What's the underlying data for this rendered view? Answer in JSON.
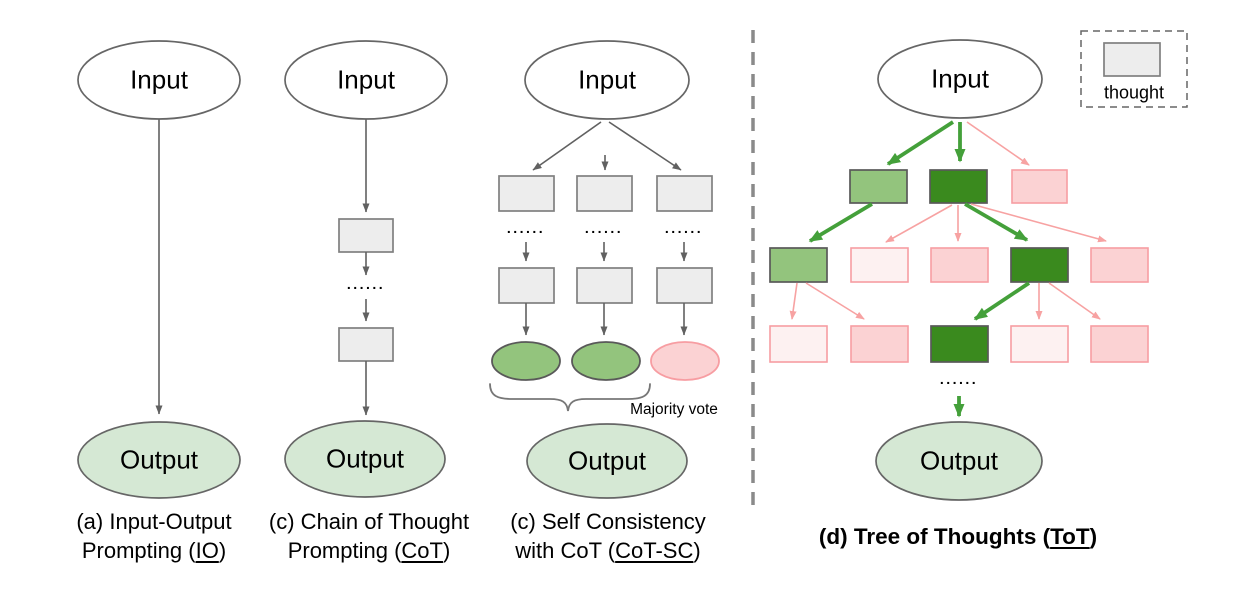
{
  "figure": {
    "panels": {
      "io": {
        "input_label": "Input",
        "output_label": "Output",
        "caption_line1": "(a) Input-Output",
        "caption_line2_pre": "Prompting (",
        "caption_abbr": "IO",
        "caption_line2_post": ")"
      },
      "cot": {
        "input_label": "Input",
        "output_label": "Output",
        "dots": "......",
        "caption_line1": "(c) Chain of Thought",
        "caption_line2_pre": "Prompting (",
        "caption_abbr": "CoT",
        "caption_line2_post": ")"
      },
      "cot_sc": {
        "input_label": "Input",
        "output_label": "Output",
        "dots": "......",
        "majority_vote_label": "Majority vote",
        "caption_line1": "(c) Self Consistency",
        "caption_line2_pre": "with CoT (",
        "caption_abbr": "CoT-SC",
        "caption_line2_post": ")"
      },
      "tot": {
        "input_label": "Input",
        "output_label": "Output",
        "dots": "......",
        "legend_label": "thought",
        "caption_pre": "(d) Tree of Thoughts (",
        "caption_abbr": "ToT",
        "caption_post": ")"
      }
    },
    "palette": {
      "light_green": "#d5e8d4",
      "mid_green": "#93c47d",
      "dark_green": "#3a8a1e",
      "light_pink": "#fbd2d3",
      "faint_pink": "#fdf1f1",
      "pink_border": "#f79da2",
      "gray_fill": "#ededed",
      "gray_border": "#808080",
      "box_border": "#595959",
      "ellipse_border": "#666666",
      "green_arrow": "#44a03a",
      "pink_arrow": "#f7a2a2",
      "gray_arrow": "#616161",
      "divider_color": "#8a8a8a",
      "text_color": "#000000"
    }
  }
}
